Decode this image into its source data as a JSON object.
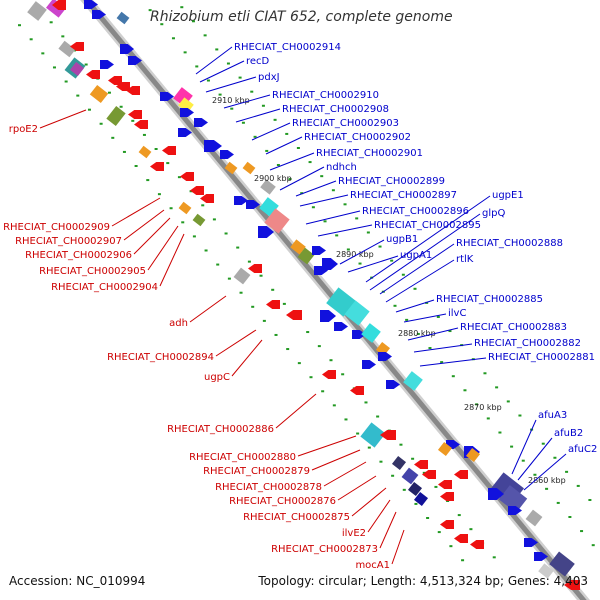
{
  "title": "Rhizobium etli CIAT 652, complete genome",
  "accession": "Accession: NC_010994",
  "topology": "Topology: circular; Length: 4,513,324 bp; Genes: 4,403",
  "colors": {
    "forward_label": "#0000cc",
    "reverse_label": "#cc0000",
    "axis": "#888888"
  },
  "kbp_marks": [
    "2910 kbp",
    "2900 kbp",
    "2890 kbp",
    "2880 kbp",
    "2870 kbp",
    "2860 kbp"
  ],
  "forward_labels": [
    "RHECIAT_CH0002914",
    "recD",
    "pdxJ",
    "RHECIAT_CH0002910",
    "RHECIAT_CH0002908",
    "RHECIAT_CH0002903",
    "RHECIAT_CH0002902",
    "RHECIAT_CH0002901",
    "ndhch",
    "RHECIAT_CH0002899",
    "RHECIAT_CH0002897",
    "RHECIAT_CH0002896",
    "RHECIAT_CH0002895",
    "ugpE1",
    "glpQ",
    "ugpB1",
    "ugpA1",
    "RHECIAT_CH0002888",
    "rtlK",
    "RHECIAT_CH0002885",
    "ilvC",
    "RHECIAT_CH0002883",
    "RHECIAT_CH0002882",
    "RHECIAT_CH0002881",
    "afuA3",
    "afuB2",
    "afuC2"
  ],
  "reverse_labels": [
    "rpoE2",
    "RHECIAT_CH0002909",
    "RHECIAT_CH0002907",
    "RHECIAT_CH0002906",
    "RHECIAT_CH0002905",
    "RHECIAT_CH0002904",
    "adh",
    "RHECIAT_CH0002894",
    "ugpC",
    "RHECIAT_CH0002886",
    "RHECIAT_CH0002880",
    "RHECIAT_CH0002879",
    "RHECIAT_CH0002878",
    "RHECIAT_CH0002876",
    "RHECIAT_CH0002875",
    "ilvE2",
    "RHECIAT_CH0002873",
    "mocA1"
  ]
}
